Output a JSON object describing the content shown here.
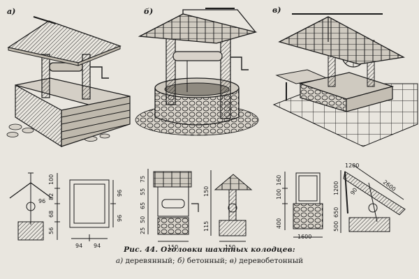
{
  "panel_labels": {
    "a": "а)",
    "b": "б)",
    "c": "в)"
  },
  "dimensions": {
    "a_side": [
      "100",
      "82",
      "68",
      "56",
      "96"
    ],
    "a_front": [
      "94",
      "94",
      "96",
      "96"
    ],
    "b_front": [
      "75",
      "55",
      "65",
      "50",
      "25",
      "115",
      "150"
    ],
    "b_side": [
      "150",
      "150"
    ],
    "c_front": [
      "160",
      "100",
      "400",
      "1600"
    ],
    "c_side": [
      "1200",
      "2600",
      "90",
      "1200",
      "500",
      "650"
    ]
  },
  "caption": {
    "title": "Рис. 44. Оголовки шахтных колодцев:",
    "item_a_letter": "а)",
    "item_a_text": "деревянный;",
    "item_b_letter": "б)",
    "item_b_text": "бетонный;",
    "item_c_letter": "в)",
    "item_c_text": "деревобетонный"
  }
}
